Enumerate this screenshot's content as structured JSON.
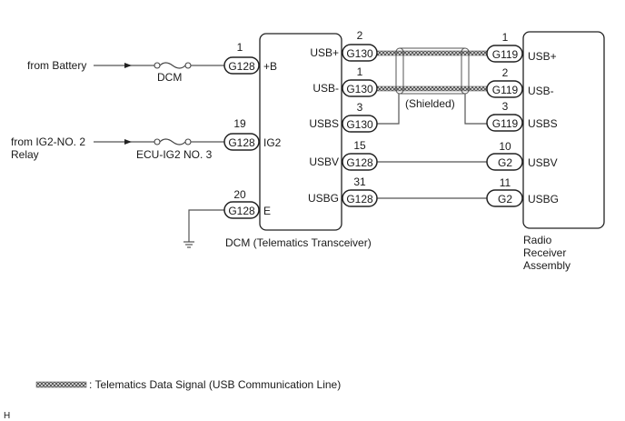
{
  "sources": {
    "battery": "from Battery",
    "ig2_line1": "from IG2-NO. 2",
    "ig2_line2": "Relay"
  },
  "fuses": {
    "dcm": "DCM",
    "ecu_ig2": "ECU-IG2 NO. 3"
  },
  "dcm": {
    "label": "DCM (Telematics Transceiver)",
    "left_pins": [
      {
        "pin": "1",
        "connector": "G128",
        "terminal": "+B"
      },
      {
        "pin": "19",
        "connector": "G128",
        "terminal": "IG2"
      },
      {
        "pin": "20",
        "connector": "G128",
        "terminal": "E"
      }
    ],
    "right_pins": [
      {
        "pin": "2",
        "connector": "G130",
        "terminal": "USB+"
      },
      {
        "pin": "1",
        "connector": "G130",
        "terminal": "USB-"
      },
      {
        "pin": "3",
        "connector": "G130",
        "terminal": "USBS"
      },
      {
        "pin": "15",
        "connector": "G128",
        "terminal": "USBV"
      },
      {
        "pin": "31",
        "connector": "G128",
        "terminal": "USBG"
      }
    ]
  },
  "radio": {
    "label_line1": "Radio",
    "label_line2": "Receiver",
    "label_line3": "Assembly",
    "pins": [
      {
        "pin": "1",
        "connector": "G119",
        "terminal": "USB+"
      },
      {
        "pin": "2",
        "connector": "G119",
        "terminal": "USB-"
      },
      {
        "pin": "3",
        "connector": "G119",
        "terminal": "USBS"
      },
      {
        "pin": "10",
        "connector": "G2",
        "terminal": "USBV"
      },
      {
        "pin": "11",
        "connector": "G2",
        "terminal": "USBG"
      }
    ]
  },
  "shield_label": "(Shielded)",
  "legend": {
    "text": ": Telematics Data Signal (USB Communication Line)"
  },
  "footer_mark": "H"
}
